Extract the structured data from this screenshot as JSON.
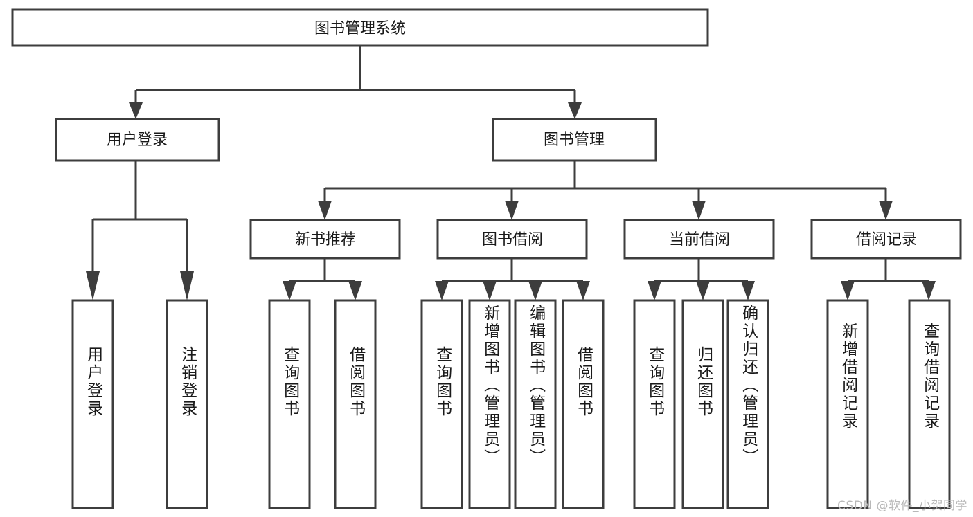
{
  "diagram": {
    "type": "tree",
    "title": "图书管理系统",
    "orientation": "top-down",
    "colors": {
      "box_stroke": "#3d3d3d",
      "box_fill": "#ffffff",
      "connector": "#3d3d3d",
      "label_text": "#1a1a1a",
      "watermark": "#b8b8b8",
      "background": "#ffffff"
    },
    "root": {
      "label": "图书管理系统"
    },
    "level2": [
      {
        "label": "用户登录"
      },
      {
        "label": "图书管理"
      }
    ],
    "level3": [
      {
        "label": "新书推荐"
      },
      {
        "label": "图书借阅"
      },
      {
        "label": "当前借阅"
      },
      {
        "label": "借阅记录"
      }
    ],
    "leaves": {
      "user_login": [
        {
          "label": "用户登录"
        },
        {
          "label": "注销登录"
        }
      ],
      "new_book_recommend": [
        {
          "label": "查询图书"
        },
        {
          "label": "借阅图书"
        }
      ],
      "book_borrow": [
        {
          "label": "查询图书"
        },
        {
          "label": "新增图书（管理员）"
        },
        {
          "label": "编辑图书（管理员）"
        },
        {
          "label": "借阅图书"
        }
      ],
      "current_borrow": [
        {
          "label": "查询图书"
        },
        {
          "label": "归还图书"
        },
        {
          "label": "确认归还（管理员）"
        }
      ],
      "borrow_record": [
        {
          "label": "新增借阅记录"
        },
        {
          "label": "查询借阅记录"
        }
      ]
    }
  },
  "watermark": {
    "text": "CSDN @软件_小贺同学"
  }
}
